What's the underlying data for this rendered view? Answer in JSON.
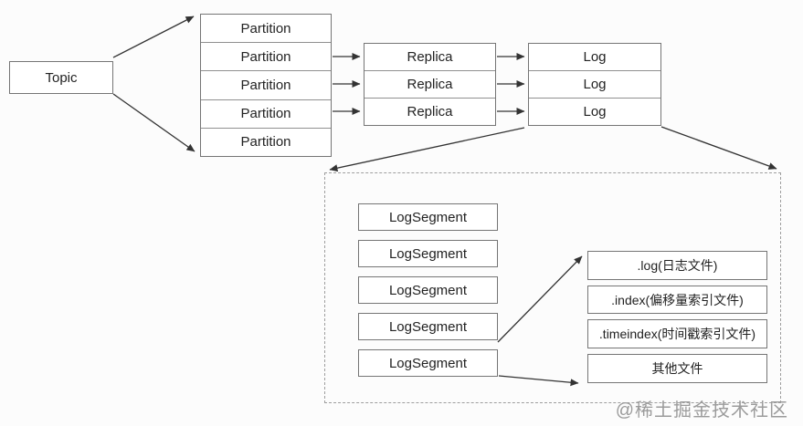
{
  "diagram": {
    "topic": {
      "label": "Topic"
    },
    "partitions": [
      "Partition",
      "Partition",
      "Partition",
      "Partition",
      "Partition"
    ],
    "replicas": [
      "Replica",
      "Replica",
      "Replica"
    ],
    "logs": [
      "Log",
      "Log",
      "Log"
    ],
    "log_segments": [
      "LogSegment",
      "LogSegment",
      "LogSegment",
      "LogSegment",
      "LogSegment"
    ],
    "files": [
      ".log(日志文件)",
      ".index(偏移量索引文件)",
      ".timeindex(时间戳索引文件)",
      "其他文件"
    ],
    "watermark": "@稀土掘金技术社区",
    "colors": {
      "background": "#fcfcfc",
      "box_fill": "#ffffff",
      "box_border": "#757575",
      "divider": "#909090",
      "arrow_line": "#333333",
      "dashed_border": "#9e9e9e",
      "watermark_text": "#9b9b9b"
    }
  }
}
